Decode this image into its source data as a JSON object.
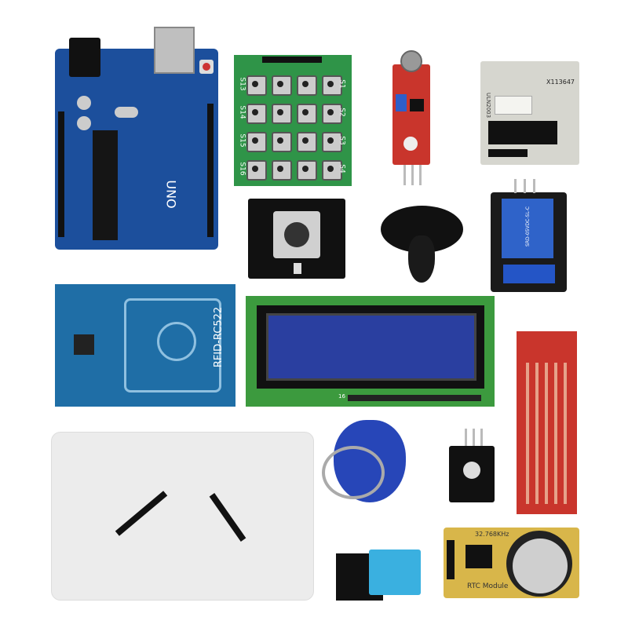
{
  "arduino": {
    "label": "UNO"
  },
  "keypad": {
    "labels": [
      "S13",
      "S14",
      "S15",
      "S16",
      "S1",
      "S2",
      "S3",
      "S4"
    ]
  },
  "driver": {
    "chip": "ULN2003",
    "code": "X113647"
  },
  "relay": {
    "label": "SRD-05VDC-SL-C"
  },
  "rfid": {
    "label": "RFID-RC522"
  },
  "lcd": {
    "pin_label": "16"
  },
  "rtc": {
    "freq": "32.768KHz",
    "label": "RTC Module"
  },
  "colors": {
    "arduino": "#1c4f9c",
    "keypad": "#2f9448",
    "rfid": "#1f6ea6",
    "lcd_board": "#3c9a3e",
    "lcd_screen": "#2a3fa0",
    "sensor_red": "#c9352c",
    "rtc": "#d8b64a",
    "fob": "#2746b8"
  }
}
